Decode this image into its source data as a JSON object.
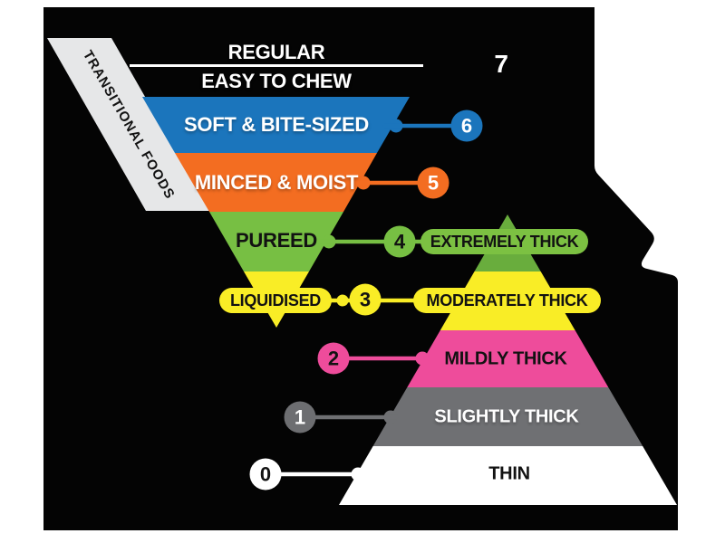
{
  "banner": {
    "label": "TRANSITIONAL FOODS"
  },
  "food_pyramid": {
    "header": {
      "regular_label": "REGULAR",
      "regular_level": "7",
      "easy_label": "EASY TO CHEW"
    },
    "bands": [
      {
        "level": "6",
        "label": "SOFT & BITE-SIZED",
        "color": "#1b75bc"
      },
      {
        "level": "5",
        "label": "MINCED & MOIST",
        "color": "#f36d21"
      },
      {
        "level": "4",
        "label": "PUREED",
        "color": "#77bf43"
      },
      {
        "level": "3",
        "label": "LIQUIDISED",
        "color": "#f9ed26"
      }
    ]
  },
  "drink_pyramid": {
    "bands": [
      {
        "level": "4",
        "label": "EXTREMELY THICK",
        "color": "#69ad3d",
        "pill_color": "#7cc142"
      },
      {
        "level": "3",
        "label": "MODERATELY THICK",
        "color": "#f9ed26",
        "pill_color": "#f9ed26"
      },
      {
        "level": "2",
        "label": "MILDLY THICK",
        "color": "#ee4c9b"
      },
      {
        "level": "1",
        "label": "SLIGHTLY THICK",
        "color": "#6f7073"
      },
      {
        "level": "0",
        "label": "THIN",
        "color": "#ffffff"
      }
    ]
  },
  "colors": {
    "background_black": "#040404",
    "banner_grey": "#e6e7e8",
    "header_line_white": "#ffffff",
    "badge_grey": "#6d6e71",
    "badge_white": "#ffffff"
  }
}
